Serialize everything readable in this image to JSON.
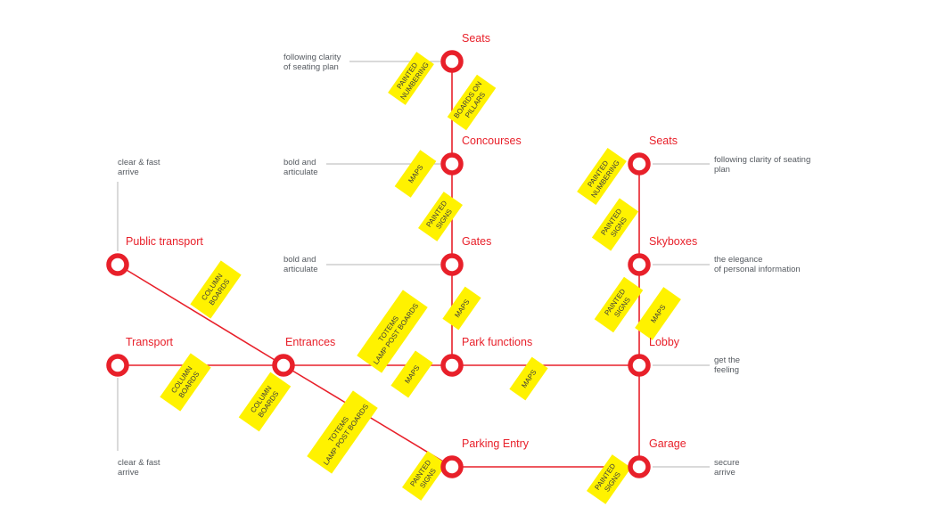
{
  "accent_color": "#e8202a",
  "tag_color": "#fff200",
  "stations": {
    "seats_top": "Seats",
    "concourses": "Concourses",
    "gates": "Gates",
    "park_functions": "Park functions",
    "parking_entry": "Parking Entry",
    "seats_right": "Seats",
    "skyboxes": "Skyboxes",
    "lobby": "Lobby",
    "garage": "Garage",
    "public_transport": "Public transport",
    "transport": "Transport",
    "entrances": "Entrances"
  },
  "notes": {
    "seats_top": [
      "following clarity",
      "of seating plan"
    ],
    "concourses": [
      "bold and",
      "articulate"
    ],
    "gates": [
      "bold and",
      "articulate"
    ],
    "seats_right": [
      "following clarity of seating",
      "plan"
    ],
    "skyboxes": [
      "the elegance",
      "of personal information"
    ],
    "lobby": [
      "get the",
      "feeling"
    ],
    "garage": [
      "secure",
      "arrive"
    ],
    "public_transport": [
      "clear & fast",
      "arrive"
    ],
    "transport": [
      "clear & fast",
      "arrive"
    ]
  },
  "tags": {
    "painted_numbering_top": [
      "PAINTED",
      "NUMBERING"
    ],
    "boards_on_pillars": [
      "BOARDS ON",
      "PILLARS"
    ],
    "maps_concourses": [
      "MAPS"
    ],
    "painted_signs_gates": [
      "PAINTED",
      "SIGNS"
    ],
    "painted_numbering_right": [
      "PAINTED",
      "NUMBERING"
    ],
    "painted_signs_skyboxes": [
      "PAINTED",
      "SIGNS"
    ],
    "column_boards_public": [
      "COLUMN",
      "BOARDS"
    ],
    "maps_gates": [
      "MAPS"
    ],
    "painted_signs_lobby_left": [
      "PAINTED",
      "SIGNS"
    ],
    "maps_lobby": [
      "MAPS"
    ],
    "totems_upper": [
      "TOTEMS",
      "LAMP POST BOARDS"
    ],
    "column_boards_transport": [
      "COLUMN",
      "BOARDS"
    ],
    "maps_park_left": [
      "MAPS"
    ],
    "maps_park_right": [
      "MAPS"
    ],
    "column_boards_entrances": [
      "COLUMN",
      "BOARDS"
    ],
    "totems_lower": [
      "TOTEMS",
      "LAMP POST BOARDS"
    ],
    "painted_signs_parking": [
      "PAINTED",
      "SIGNS"
    ],
    "painted_signs_garage": [
      "PAINTED",
      "SIGNS"
    ]
  }
}
